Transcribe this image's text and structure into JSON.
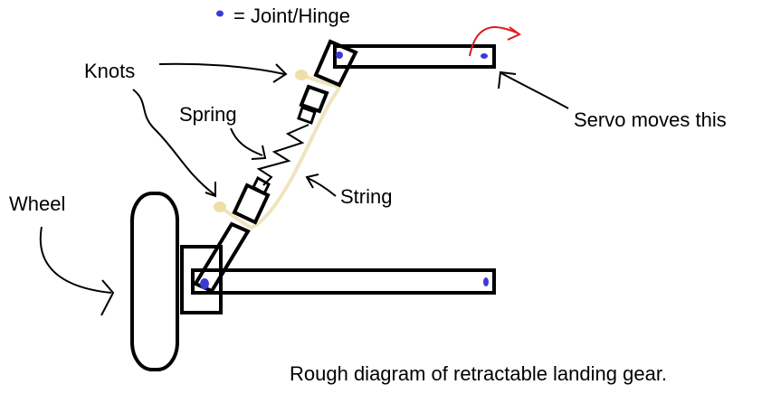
{
  "legend": {
    "marker_color": "#3b3bd6",
    "text": "= Joint/Hinge"
  },
  "labels": {
    "knots": "Knots",
    "spring": "Spring",
    "string": "String",
    "wheel": "Wheel",
    "servo": "Servo moves this",
    "caption": "Rough diagram of retractable landing gear."
  },
  "colors": {
    "ink": "#000000",
    "joint": "#3b3bd6",
    "string": "#efe4bd",
    "knot": "#eedfa8",
    "servo_arrow": "#e01a1a"
  }
}
